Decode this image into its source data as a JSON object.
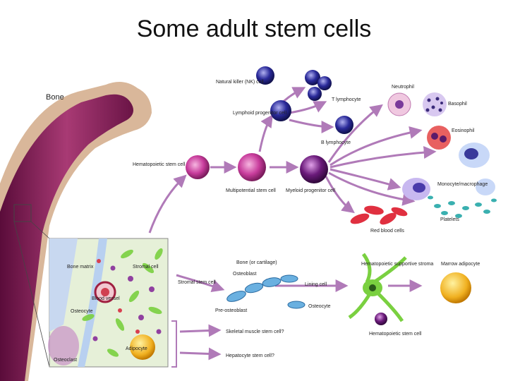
{
  "title": "Some adult stem cells",
  "labels": {
    "bone": "Bone",
    "natural_killer": "Natural killer (NK) cell",
    "t_lymphocyte": "T lymphocyte",
    "neutrophil": "Neutrophil",
    "basophil": "Basophil",
    "lymphoid_progenitor": "Lymphoid progenitor cell",
    "eosinophil": "Eosinophil",
    "b_lymphocyte": "B lymphocyte",
    "hematopoietic_stem_cell": "Hematopoietic stem cell",
    "multipotential_stem_cell": "Multipotential stem cell",
    "myeloid_progenitor": "Myeloid progenitor cell",
    "monocyte_macrophage": "Monocyte/macrophage",
    "platelets": "Platelets",
    "red_blood_cells": "Red blood cells",
    "bone_matrix": "Bone matrix",
    "stromal_cell": "Stromal cell",
    "blood_vessel": "Blood vessel",
    "osteocyte_inset": "Osteocyte",
    "adipocyte": "Adipocyte",
    "osteoclast": "Osteoclast",
    "stromal_stem_cell": "Stromal stem cell",
    "bone_or_cartilage": "Bone (or cartilage)",
    "osteoblast": "Osteoblast",
    "lining_cell": "Lining cell",
    "pre_osteoblast": "Pre-osteoblast",
    "osteocyte": "Osteocyte",
    "hematopoietic_supportive_stroma": "Hematopoietic supportive stroma",
    "marrow_adipocyte": "Marrow adipocyte",
    "skeletal_muscle_stem_cell": "Skeletal muscle stem cell?",
    "hepatocyte_stem_cell": "Hepatocyte stem cell?",
    "hematopoietic_stem_cell_2": "Hematopoietic stem cell"
  },
  "colors": {
    "bone_marrow": "#8a2a5c",
    "bone_shell": "#d9b79a",
    "arrow": "#b07ab8",
    "stem_cell": "#c040a0",
    "lymphocyte": "#2a2a8a",
    "red_cell": "#e03040",
    "stroma": "#7ad040",
    "adipocyte": "#f0b020"
  }
}
